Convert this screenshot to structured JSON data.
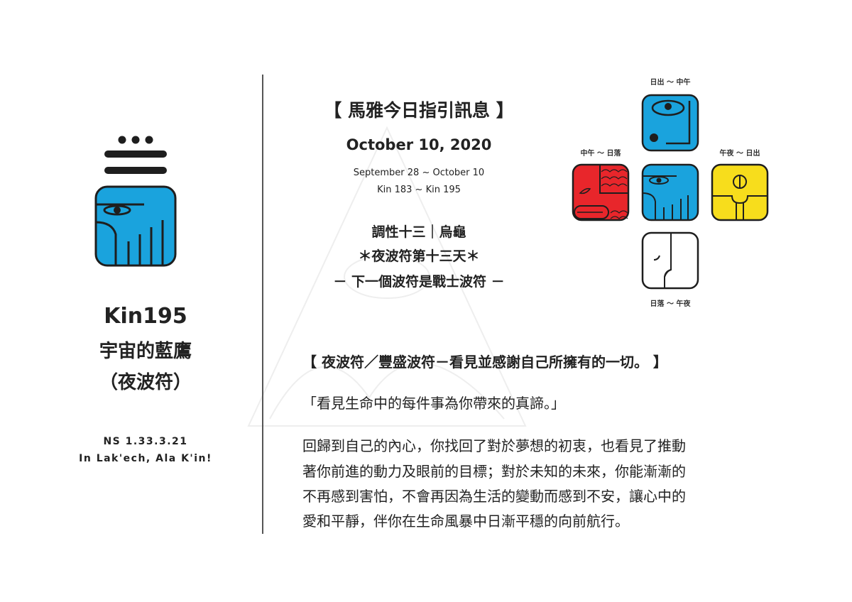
{
  "left": {
    "kin": "Kin195",
    "name": "宇宙的藍鷹",
    "wavespell": "（夜波符）",
    "ns": "NS 1.33.3.21",
    "greeting": "In Lak'ech, Ala K'in!"
  },
  "header": {
    "title": "【 馬雅今日指引訊息 】",
    "date": "October 10, 2020",
    "range": "September 28 ~ October 10",
    "kin_range": "Kin 183 ~ Kin 195",
    "tone": "調性十三｜烏龜",
    "day": "＊夜波符第十三天＊",
    "next": "－ 下一個波符是戰士波符 －"
  },
  "oracle": {
    "top_label": "日出 ～ 中午",
    "left_label": "中午 ～ 日落",
    "right_label": "午夜 ～ 日出",
    "bottom_label": "日落 ～ 午夜"
  },
  "message": {
    "heading": "【 夜波符／豐盛波符－看見並感謝自己所擁有的一切。 】",
    "quote": "「看見生命中的每件事為你帶來的真諦。」",
    "lines": [
      "回歸到自己的內心，你找回了對於夢想的初衷，也看見了推動",
      "著你前進的動力及眼前的目標；對於未知的未來，你能漸漸的",
      "不再感到害怕，不會再因為生活的變動而感到不安，讓心中的",
      "愛和平靜，伴你在生命風暴中日漸平穩的向前航行。"
    ]
  },
  "colors": {
    "blue": "#1aa3dd",
    "red": "#e8262b",
    "yellow": "#f7dd1c",
    "dark": "#1e1e1e"
  }
}
